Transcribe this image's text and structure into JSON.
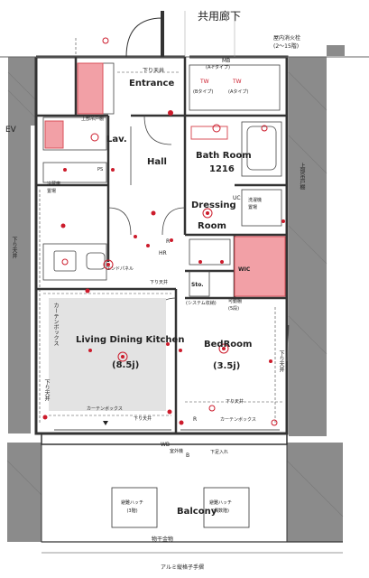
{
  "corridor_label": "共用廊下",
  "hydrant_note": "屋内消火栓\n(2～15階)",
  "ev_label": "EV",
  "rooms": {
    "entrance": "Entrance",
    "lav": "Lav.",
    "hall": "Hall",
    "bathroom": "Bath Room",
    "bathroom_size": "1216",
    "dressing": "Dressing",
    "dressing_room": "Room",
    "ldk": "Living Dining Kitchen",
    "ldk_size": "(8.5j)",
    "bedroom": "BedRoom",
    "bedroom_size": "(3.5j)",
    "wic": "WIC",
    "sto": "Sto.",
    "balcony": "Balcony"
  },
  "labels": {
    "sagari_tenjo": "下り天井",
    "mb": "MB",
    "mb_type": "(A-Fタイプ)",
    "b_type": "(Bタイプ)",
    "a_type": "(Aタイプ)",
    "joubu_toudana": "上部吊戸棚",
    "ps": "PS",
    "refrigerator": "冷蔵庫\n置場",
    "laundry": "洗濯機\n置場",
    "endpanel": "エンドパネル",
    "system_shelf": "(システム収納)",
    "movable_shelf": "可動棚\n(5段)",
    "curtain_box": "カーテンボックス",
    "curtain_box_v": "カーテンボックス",
    "outdoor_unit": "室外機",
    "hatch_3": "避難ハッチ\n(3階)",
    "hatch_even": "避難ハッチ\n(偶数階)",
    "handrail": "物干金物",
    "railing": "アルミ縦格子手摺",
    "shoe_closet": "下足入れ",
    "sagari_tenjo_v": "下り天井",
    "joubu_toudana_v": "上部吊戸棚",
    "tw": "TW",
    "hr": "HR",
    "uc": "UC",
    "r": "R",
    "wb": "WB",
    "b": "B",
    "r2": "R"
  },
  "colors": {
    "wall": "#7a7a7a",
    "wall_dark": "#555555",
    "ldk_floor": "#e3e3e3",
    "accent": "#d9505a",
    "accent_fill": "#f2a0a6",
    "dot": "#cc1b2b"
  }
}
